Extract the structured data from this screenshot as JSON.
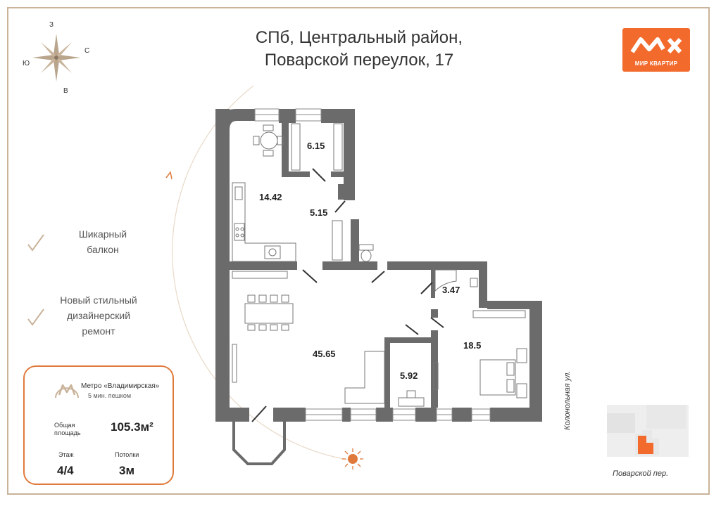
{
  "header": {
    "title_line1": "СПб, Центральный район,",
    "title_line2": "Поварской переулок, 17"
  },
  "logo": {
    "text": "МИР КВАРТИР",
    "color": "#f26a2c"
  },
  "compass": {
    "north": "З",
    "east": "С",
    "west": "Ю",
    "south": "В"
  },
  "features": [
    {
      "line1": "Шикарный",
      "line2": "балкон",
      "line3": ""
    },
    {
      "line1": "Новый стильный",
      "line2": "дизайнерский",
      "line3": "ремонт"
    }
  ],
  "info": {
    "metro_name": "Метро «Владимирская»",
    "metro_walk": "5 мин. пешком",
    "area_label_1": "Общая",
    "area_label_2": "площадь",
    "area_value": "105.3м²",
    "floor_label": "Этаж",
    "floor_value": "4/4",
    "ceiling_label": "Потолки",
    "ceiling_value": "3м"
  },
  "rooms": {
    "r1": "6.15",
    "r2": "14.42",
    "r3": "5.15",
    "r4": "3.47",
    "r5": "45.65",
    "r6": "18.5",
    "r7": "5.92"
  },
  "location": {
    "street_vertical": "Колонольная ул.",
    "street_horizontal": "Поварской пер."
  },
  "colors": {
    "wall": "#6b6b6b",
    "accent": "#e07a3c",
    "border": "#c9b39a"
  }
}
